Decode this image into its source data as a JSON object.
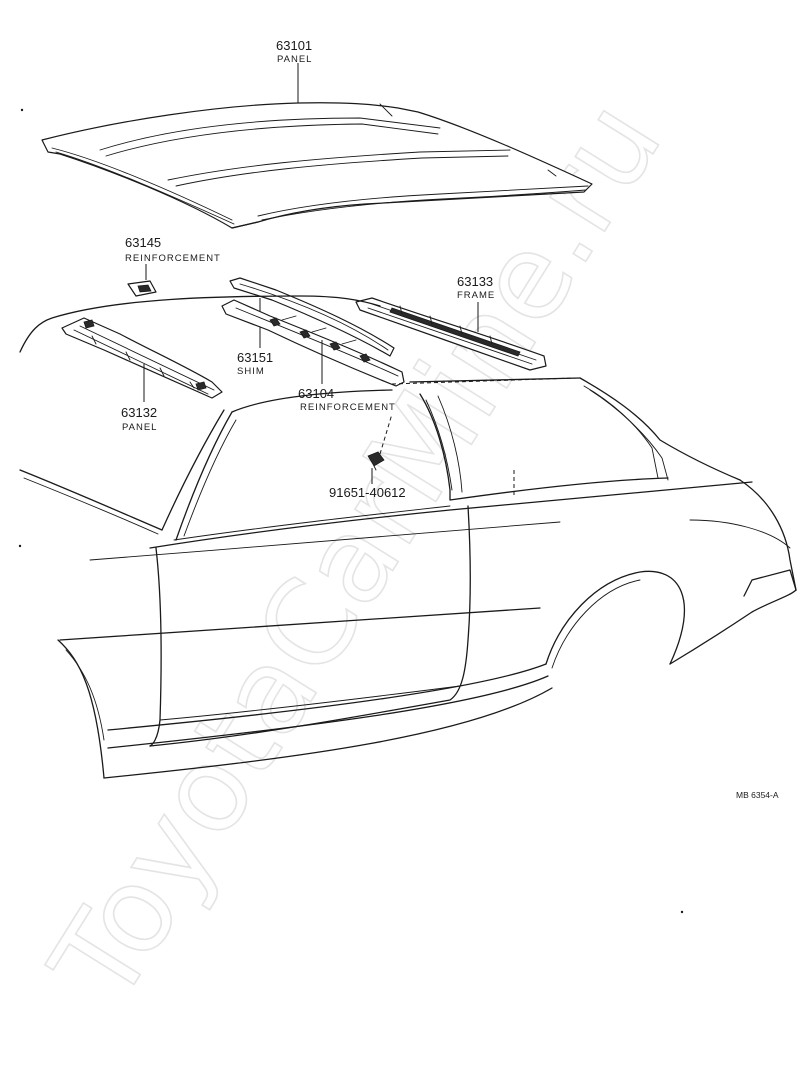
{
  "parts": {
    "roof_panel": {
      "number": "63101",
      "name": "PANEL"
    },
    "reinforcement_63145": {
      "number": "63145",
      "name": "REINFORCEMENT"
    },
    "frame_63133": {
      "number": "63133",
      "name": "FRAME"
    },
    "shim_63151": {
      "number": "63151",
      "name": "SHIM"
    },
    "panel_63132": {
      "number": "63132",
      "name": "PANEL"
    },
    "reinforcement_63104": {
      "number": "63104",
      "name": "REINFORCEMENT"
    },
    "clip_91651": {
      "number": "91651-40612"
    }
  },
  "reference_code": "MB 6354-A",
  "watermark": "ToyotaCarMine.ru"
}
